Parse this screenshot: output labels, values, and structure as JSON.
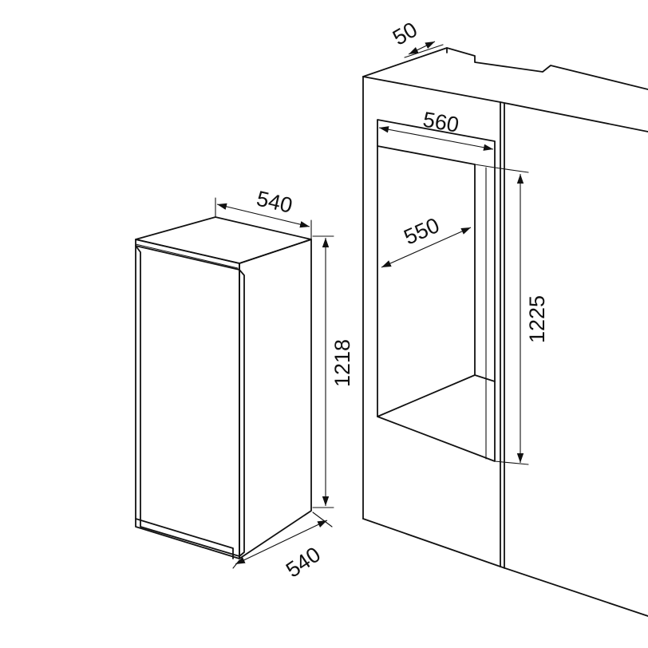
{
  "diagram": {
    "appliance": {
      "width": "540",
      "depth": "540",
      "height": "1218"
    },
    "niche": {
      "clearance": "50",
      "width": "560",
      "depth": "550",
      "height": "1225"
    }
  }
}
